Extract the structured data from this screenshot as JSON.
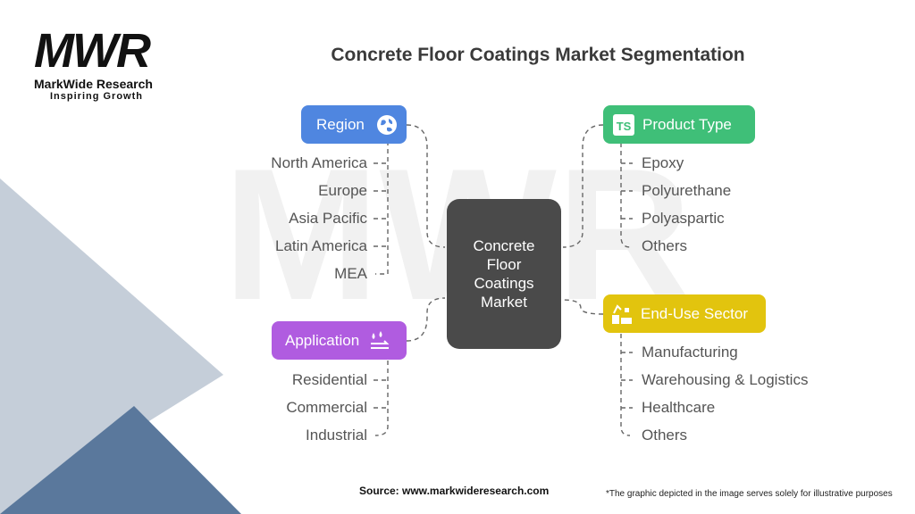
{
  "logo": {
    "mark": "MWR",
    "name": "MarkWide Research",
    "tagline": "Inspiring Growth"
  },
  "title": "Concrete Floor Coatings Market Segmentation",
  "center": {
    "lines": [
      "Concrete",
      "Floor",
      "Coatings",
      "Market"
    ]
  },
  "segments": {
    "region": {
      "label": "Region",
      "color": "#4f86e0",
      "icon": "globe-icon",
      "items": [
        "North America",
        "Europe",
        "Asia Pacific",
        "Latin America",
        "MEA"
      ]
    },
    "application": {
      "label": "Application",
      "color": "#b05ce0",
      "icon": "water-drops-icon",
      "items": [
        "Residential",
        "Commercial",
        "Industrial"
      ]
    },
    "product_type": {
      "label": "Product Type",
      "color": "#3fbf78",
      "icon": "ts-badge-icon",
      "items": [
        "Epoxy",
        "Polyurethane",
        "Polyaspartic",
        "Others"
      ]
    },
    "end_use": {
      "label": "End-Use Sector",
      "color": "#e2c40e",
      "icon": "factory-icon",
      "items": [
        "Manufacturing",
        "Warehousing & Logistics",
        "Healthcare",
        "Others"
      ]
    }
  },
  "footer": {
    "source": "Source: www.markwideresearch.com",
    "disclaimer": "*The graphic depicted in the image serves solely for illustrative purposes"
  }
}
